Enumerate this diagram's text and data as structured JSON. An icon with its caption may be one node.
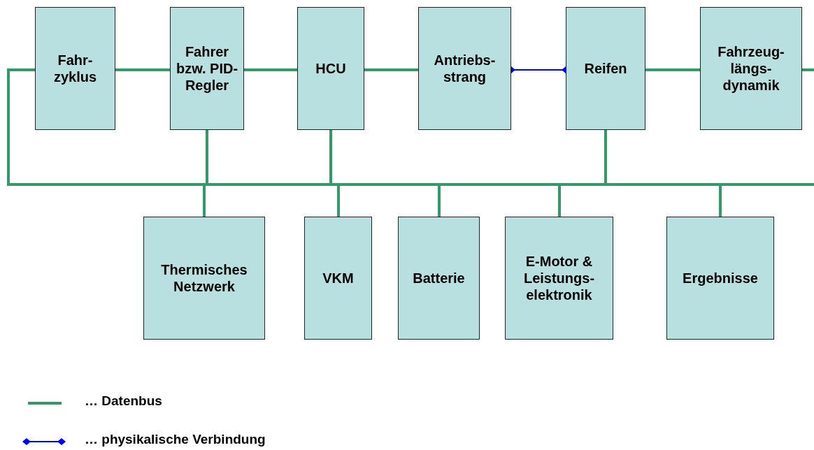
{
  "diagram": {
    "nodes": [
      {
        "text": [
          "Fahr- zyklus"
        ]
      },
      {
        "text": [
          "Fahrer bzw. PID- Regler"
        ]
      },
      {
        "text": [
          "HCU"
        ]
      },
      {
        "text": [
          "Antriebs- strang"
        ]
      },
      {
        "text": [
          "Reifen"
        ]
      },
      {
        "text": [
          "Fahrzeug- längs- dynamik"
        ]
      },
      {
        "text": [],
        "shape": "bar"
      },
      {
        "text": [
          "Thermisches Netzwerk"
        ]
      },
      {
        "text": [
          "VKM"
        ]
      },
      {
        "text": [
          "Batterie"
        ]
      },
      {
        "text": [
          "E-Motor & Leistungs- elektronik"
        ]
      },
      {
        "text": [
          "Ergebnisse"
        ]
      }
    ],
    "edges": [
      {
        "from": 0,
        "to": 1,
        "arrow": "none"
      },
      {
        "from": 1,
        "to": 2,
        "arrow": "none"
      },
      {
        "from": 2,
        "to": 3,
        "arrow": "none"
      },
      {
        "from": 3,
        "to": 4,
        "arrow": "other",
        "color": "#0000ff"
      },
      {
        "from": 4,
        "to": 5,
        "arrow": "none"
      },
      {
        "from": 0,
        "to": 6,
        "arrow": "none"
      },
      {
        "from": 5,
        "to": null,
        "arrow": "none"
      },
      {
        "from": 1,
        "to": 6,
        "arrow": "none"
      },
      {
        "from": 2,
        "to": 6,
        "arrow": "none"
      },
      {
        "from": 4,
        "to": 6,
        "arrow": "none"
      },
      {
        "from": 6,
        "to": 7,
        "arrow": "none"
      },
      {
        "from": 6,
        "to": 8,
        "arrow": "none"
      },
      {
        "from": 6,
        "to": 9,
        "arrow": "none"
      },
      {
        "from": 6,
        "to": 10,
        "arrow": "none"
      },
      {
        "from": 6,
        "to": 11,
        "arrow": "none"
      }
    ],
    "legend": [
      {
        "text": "… Datenbus"
      },
      {
        "text": "… physikalische Verbindung"
      }
    ]
  }
}
